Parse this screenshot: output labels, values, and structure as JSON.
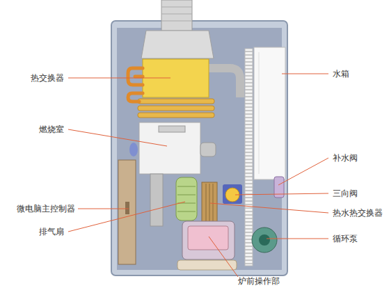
{
  "diagram": {
    "labels": [
      "水箱",
      "热交换器",
      "燃烧室",
      "补水阀",
      "三向阀",
      "微电脑主控制器",
      "热水热交换器",
      "排气扇",
      "循环泵",
      "炉前操作部"
    ]
  }
}
